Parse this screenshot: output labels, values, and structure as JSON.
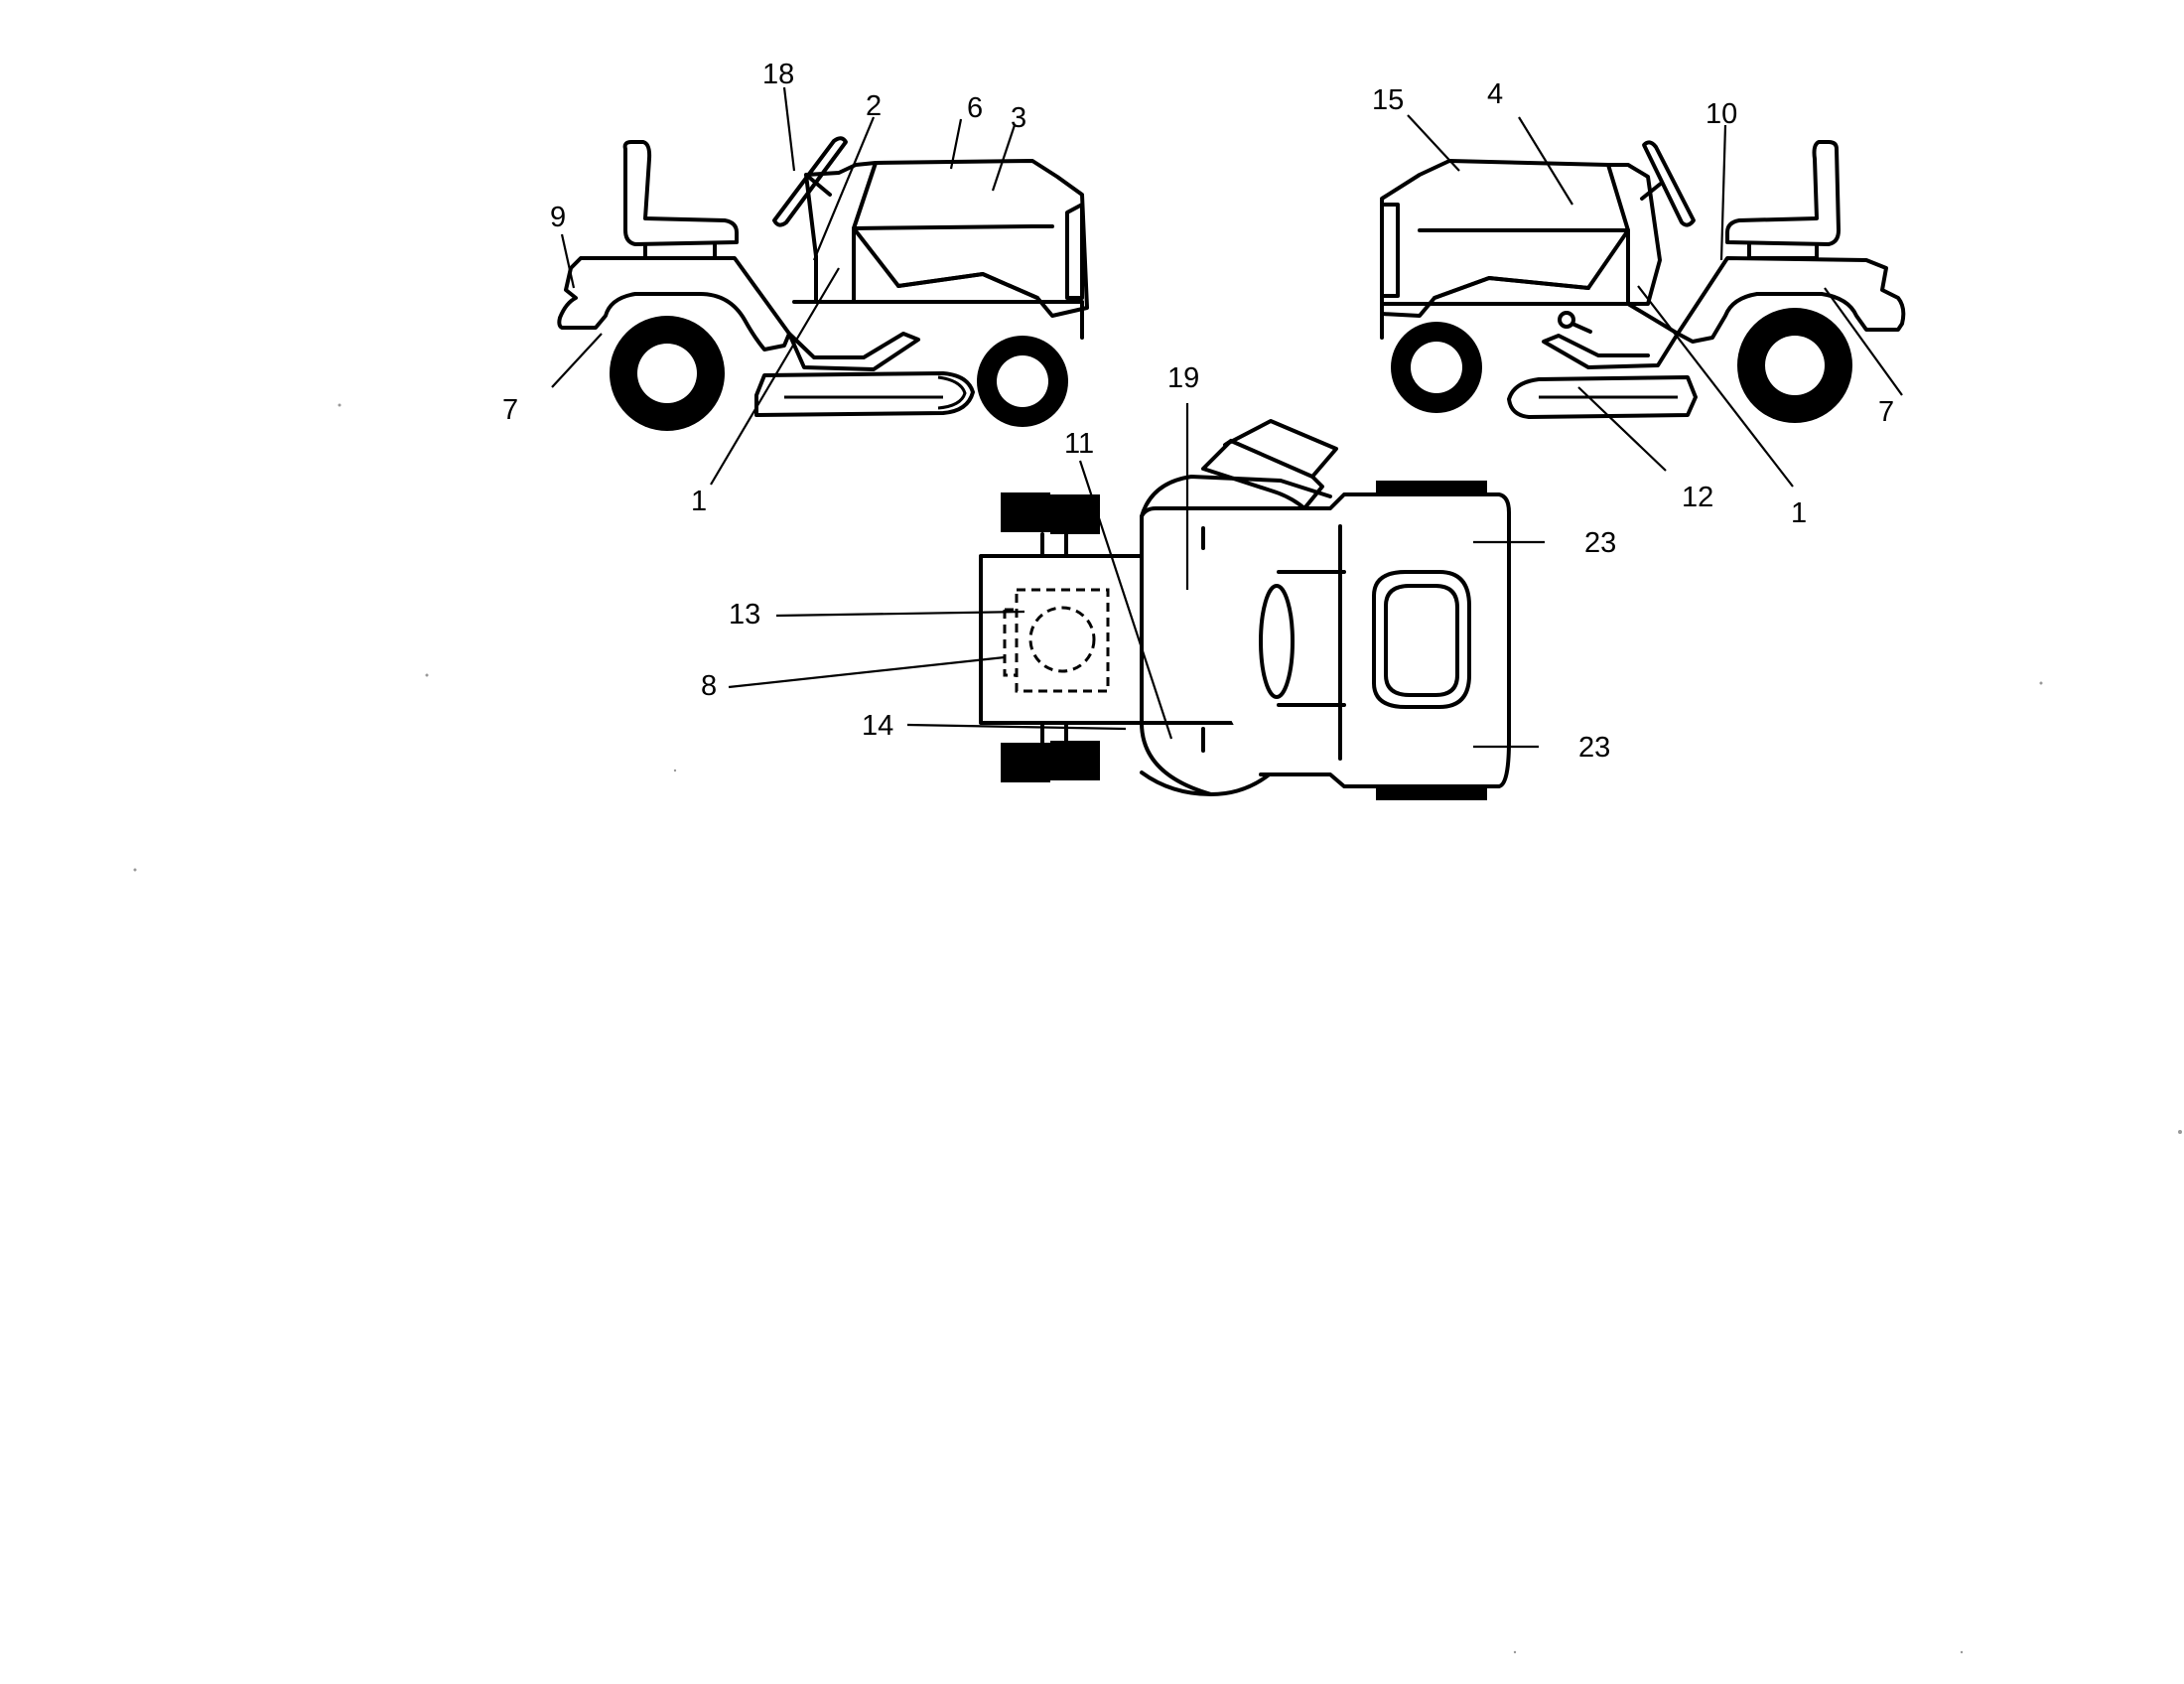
{
  "callouts": {
    "left_view": {
      "c18": "18",
      "c2": "2",
      "c6": "6",
      "c3": "3",
      "c9": "9",
      "c7": "7",
      "c1": "1"
    },
    "right_view": {
      "c15": "15",
      "c4": "4",
      "c10": "10",
      "c7": "7",
      "c12": "12",
      "c1": "1"
    },
    "top_view": {
      "c19": "19",
      "c11": "11",
      "c13": "13",
      "c8": "8",
      "c14": "14",
      "c23a": "23",
      "c23b": "23"
    }
  },
  "icons": [
    "tractor-side-left",
    "tractor-side-right",
    "tractor-top"
  ],
  "colors": {
    "line": "#000000",
    "background": "#ffffff"
  }
}
